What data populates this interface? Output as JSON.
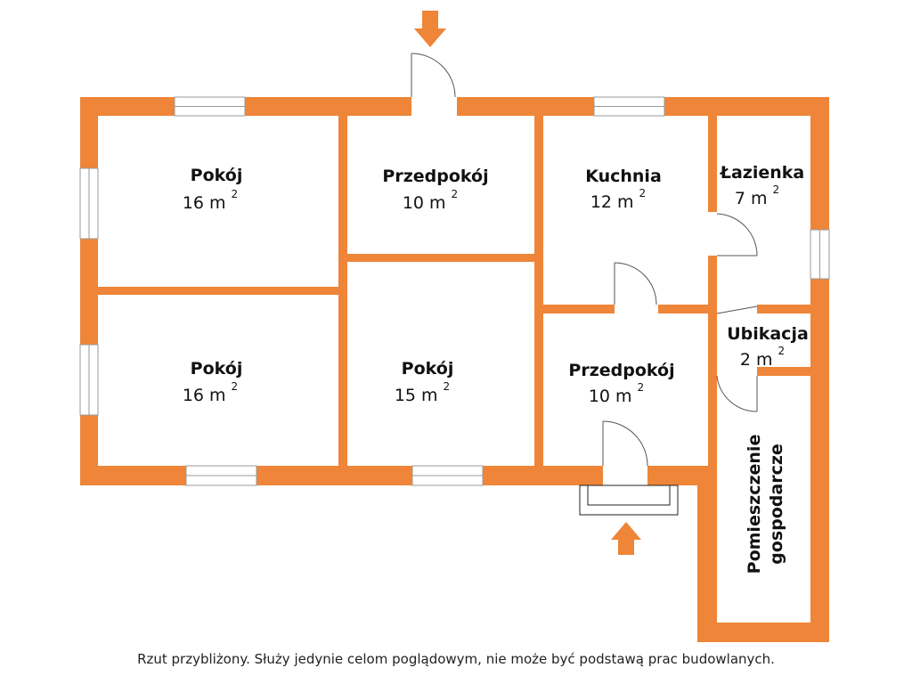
{
  "colors": {
    "wall": "#EE8538",
    "window": "#ffffff",
    "window_line": "#9a9a9a",
    "arrow": "#EE8538",
    "text": "#111111"
  },
  "rooms": [
    {
      "name": "Pokój",
      "area": "16 m",
      "sup": "2"
    },
    {
      "name": "Przedpokój",
      "area": "10 m",
      "sup": "2"
    },
    {
      "name": "Kuchnia",
      "area": "12 m",
      "sup": "2"
    },
    {
      "name": "Łazienka",
      "area": "7 m",
      "sup": "2"
    },
    {
      "name": "Pokój",
      "area": "16 m",
      "sup": "2"
    },
    {
      "name": "Pokój",
      "area": "15 m",
      "sup": "2"
    },
    {
      "name": "Przedpokój",
      "area": "10 m",
      "sup": "2"
    },
    {
      "name": "Ubikacja",
      "area": "2 m",
      "sup": "2"
    },
    {
      "name": "Pomieszczenie",
      "area": "gospodarcze"
    }
  ],
  "icons": {
    "entrance_top": "arrow-down-icon",
    "entrance_bottom": "arrow-up-icon"
  },
  "footer": "Rzut przybliżony. Służy jedynie celom poglądowym, nie może być podstawą prac budowlanych."
}
